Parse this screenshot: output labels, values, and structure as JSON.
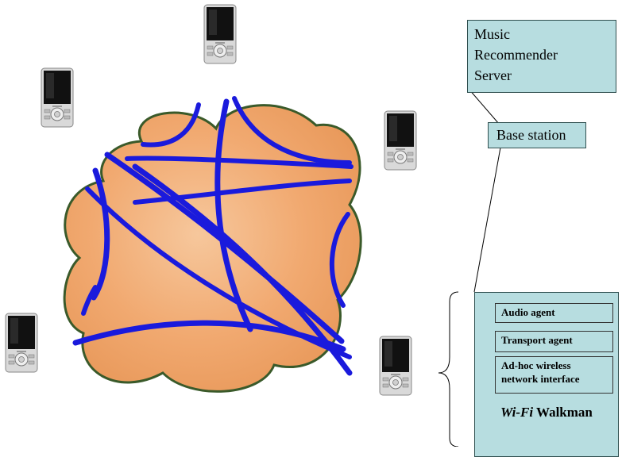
{
  "server": {
    "lines": [
      "Music",
      "Recommender",
      "Server"
    ]
  },
  "base_station": {
    "label": "Base station"
  },
  "walkman": {
    "agents": [
      "Audio agent",
      "Transport agent",
      "Ad-hoc wireless network interface"
    ],
    "label_italic": "Wi-Fi",
    "label_rest": " Walkman"
  },
  "colors": {
    "box_fill": "#b7dde0",
    "cloud_fill": "#f3b07a",
    "cloud_outline": "#3a5a2a",
    "link_blue": "#1a1adc",
    "device_body": "#d8d8d8"
  },
  "icons": [
    "walkman-device-icon"
  ]
}
